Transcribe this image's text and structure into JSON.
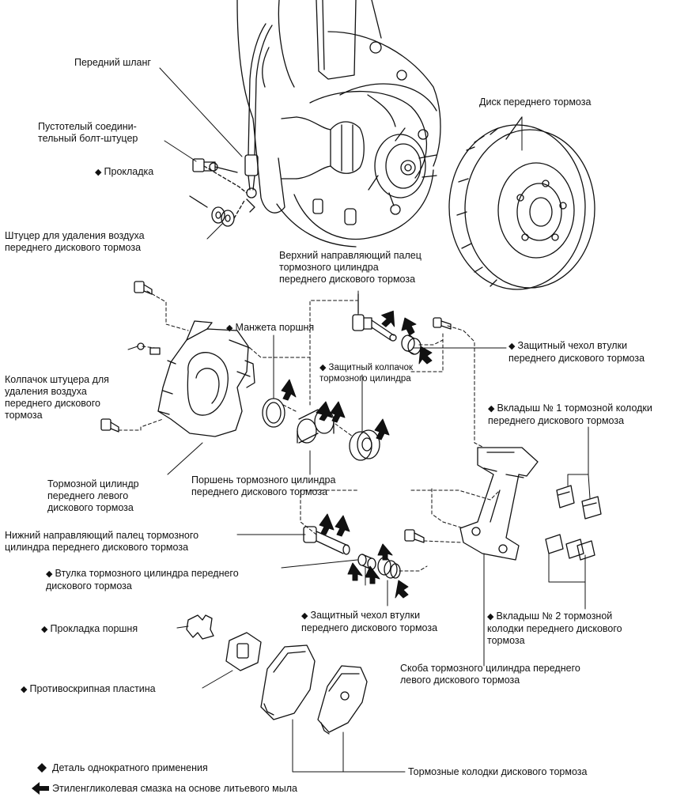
{
  "labels": {
    "front_hose": "Передний шланг",
    "union_bolt": "Пустотелый соедини-\nтельный болт-штуцер",
    "gasket": "Прокладка",
    "bleeder_plug": "Штуцер для удаления воздуха\nпереднего дискового тормоза",
    "front_disc": "Диск переднего тормоза",
    "upper_guide_pin": "Верхний направляющий палец\nтормозного цилиндра\nпереднего дискового тормоза",
    "piston_seal": "Манжета поршня",
    "cylinder_boot": "Защитный колпачок\nтормозного цилиндра",
    "bushing_boot_top": "Защитный чехол втулки\nпереднего дискового тормоза",
    "bleeder_cap": "Колпачок штуцера для\nудаления воздуха\nпереднего дискового\nтормоза",
    "shim_no1": "Вкладыш № 1 тормозной колодки\nпереднего дискового тормоза",
    "cylinder": "Тормозной цилиндр\nпереднего левого\nдискового тормоза",
    "piston": "Поршень тормозного цилиндра\nпереднего дискового тормоза",
    "lower_guide_pin": "Нижний направляющий палец тормозного\nцилиндра переднего дискового тормоза",
    "bushing": "Втулка тормозного цилиндра переднего\nдискового тормоза",
    "bushing_boot_bottom": "Защитный чехол втулки\nпереднего дискового тормоза",
    "shim_no2": "Вкладыш № 2 тормозной\nколодки переднего дискового\nтормоза",
    "piston_shim": "Прокладка поршня",
    "anti_squeal": "Противоскрипная пластина",
    "mounting_bracket": "Скоба тормозного цилиндра переднего\nлевого дискового тормоза",
    "disc_pads": "Тормозные колодки дискового тормоза"
  },
  "legend": {
    "one_time_symbol": "◆",
    "one_time": "Деталь однократного применения",
    "grease": "Этиленгликолевая смазка на основе литьевого мыла"
  }
}
